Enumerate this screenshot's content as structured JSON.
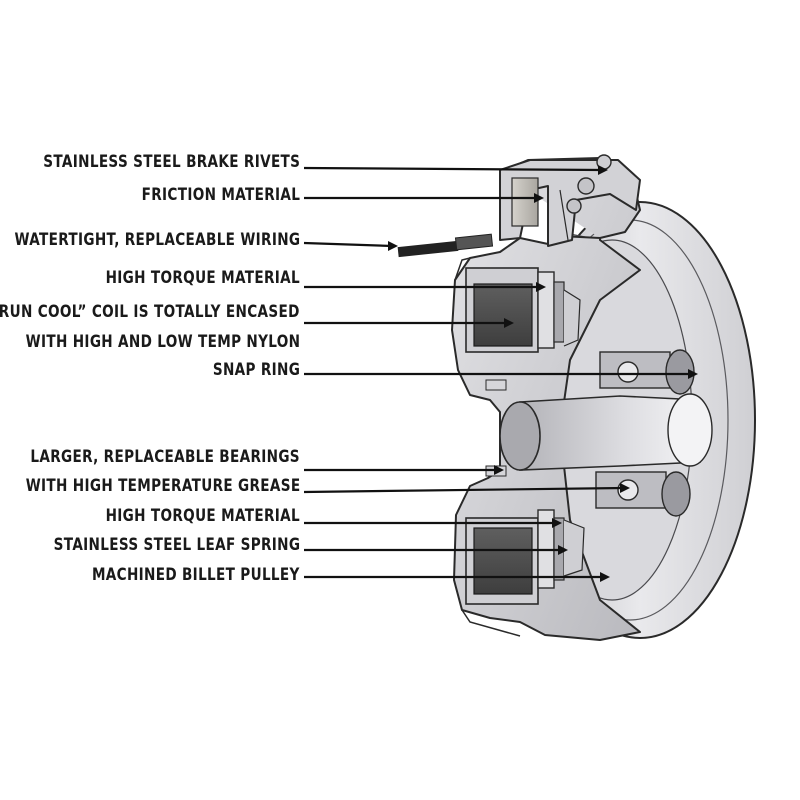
{
  "labels": {
    "rivets": "STAINLESS STEEL BRAKE RIVETS",
    "friction": "FRICTION MATERIAL",
    "wiring": "WATERTIGHT, REPLACEABLE WIRING",
    "torque_top": "HIGH TORQUE MATERIAL",
    "coil_line1": "“RUN COOL” COIL IS TOTALLY ENCASED",
    "coil_line2": "WITH HIGH AND LOW TEMP NYLON",
    "snap_ring": "SNAP RING",
    "bearings_line1": "LARGER, REPLACEABLE BEARINGS",
    "bearings_line2": "WITH HIGH TEMPERATURE GREASE",
    "torque_bottom": "HIGH TORQUE MATERIAL",
    "leaf_spring": "STAINLESS STEEL LEAF SPRING",
    "pulley": "MACHINED BILLET PULLEY"
  },
  "colors": {
    "text": "#1a1a1a",
    "leader": "#111111",
    "metal_light": "#e6e6e8",
    "metal_mid": "#c4c4c8",
    "metal_dark": "#8e8e94",
    "coil": "#555555"
  }
}
